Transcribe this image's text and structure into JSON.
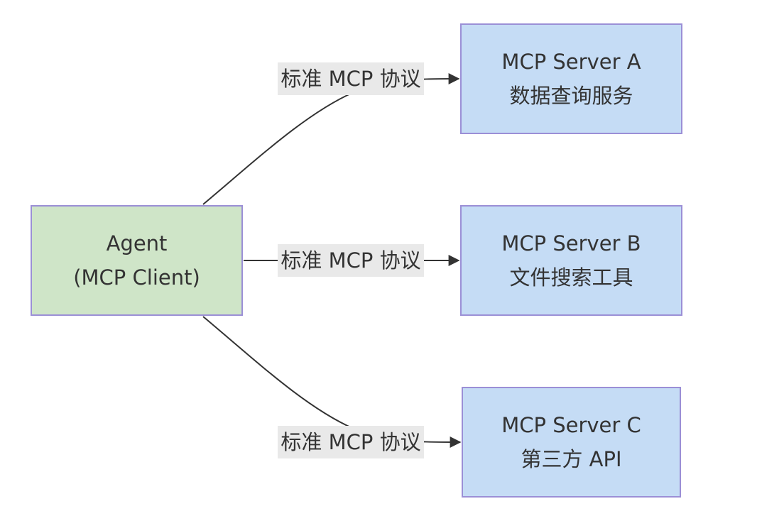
{
  "nodes": {
    "agent": {
      "line1": "Agent",
      "line2": "(MCP Client)"
    },
    "server_a": {
      "line1": "MCP Server A",
      "line2": "数据查询服务"
    },
    "server_b": {
      "line1": "MCP Server B",
      "line2": "文件搜索工具"
    },
    "server_c": {
      "line1": "MCP Server C",
      "line2": "第三方 API"
    }
  },
  "edges": {
    "to_a": "标准 MCP 协议",
    "to_b": "标准 MCP 协议",
    "to_c": "标准 MCP 协议"
  },
  "colors": {
    "client_fill": "#cfe5c8",
    "server_fill": "#c5dcf5",
    "border": "#9b8fd6",
    "edge": "#333333",
    "label_bg": "#e9e9e9"
  }
}
